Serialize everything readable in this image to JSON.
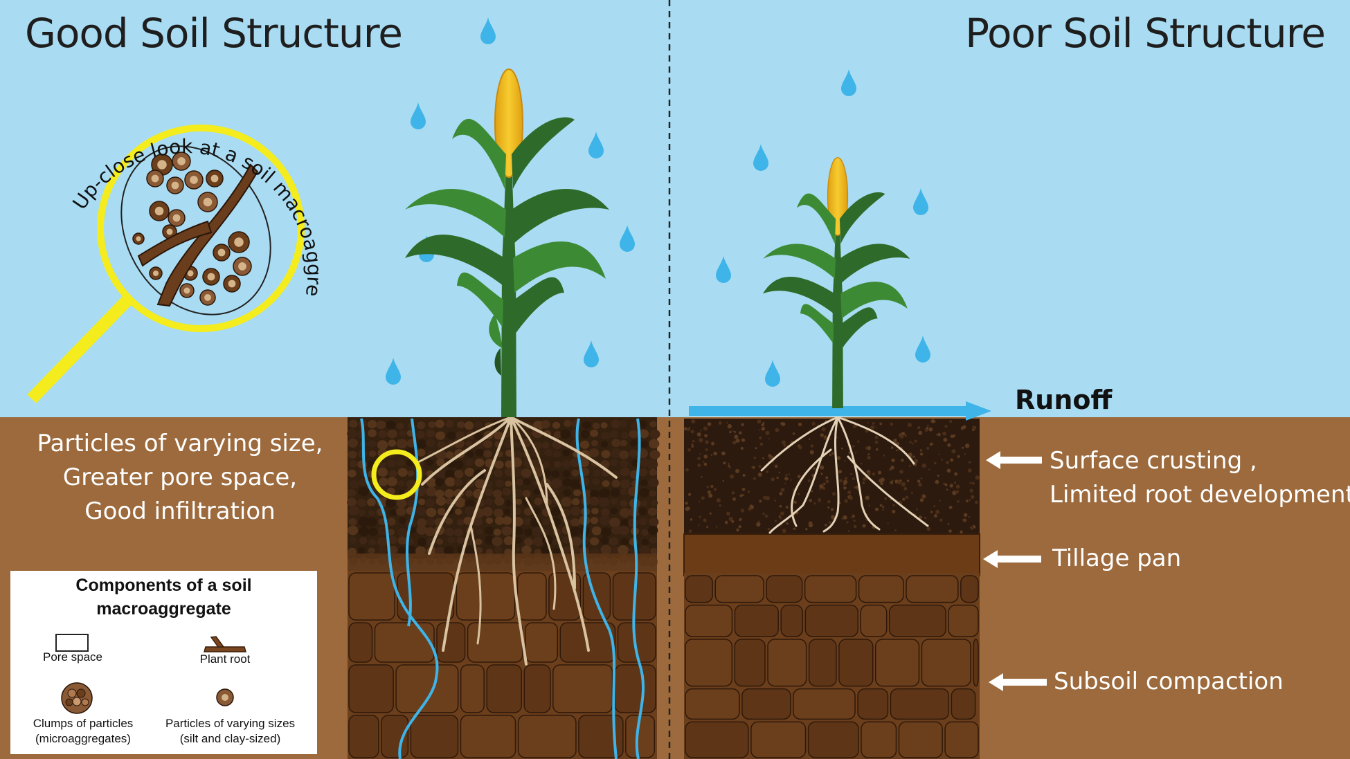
{
  "titles": {
    "good": "Good Soil Structure",
    "poor": "Poor Soil Structure"
  },
  "magnifier": {
    "caption": "Up-close look at a soil macroaggregate"
  },
  "good_soil": {
    "description_lines": [
      "Particles of varying size,",
      "Greater pore space,",
      "Good infiltration"
    ]
  },
  "poor_soil": {
    "runoff_label": "Runoff",
    "layers": [
      {
        "label_lines": [
          "Surface crusting ,",
          "Limited root development"
        ]
      },
      {
        "label_lines": [
          "Tillage pan"
        ]
      },
      {
        "label_lines": [
          "Subsoil compaction"
        ]
      }
    ]
  },
  "legend": {
    "title_lines": [
      "Components of a soil",
      "macroaggregate"
    ],
    "items": [
      {
        "label_lines": [
          "Pore space"
        ],
        "icon": "pore-space-icon"
      },
      {
        "label_lines": [
          "Plant root"
        ],
        "icon": "plant-root-icon"
      },
      {
        "label_lines": [
          "Clumps of particles",
          "(microaggregates)"
        ],
        "icon": "microaggregate-icon"
      },
      {
        "label_lines": [
          "Particles of varying sizes",
          "(silt and clay-sized)"
        ],
        "icon": "particle-icon"
      }
    ]
  },
  "colors": {
    "sky": "#a9dcf2",
    "soil": "#9c6a3c",
    "topsoil_dark": "#2d1a0f",
    "water": "#3fb4e8",
    "stalk": "#2e6b2a",
    "leaf": "#3d8a35",
    "cob": "#f2b820",
    "root": "#d9c3a0",
    "magnifier": "#f4ec1c"
  }
}
